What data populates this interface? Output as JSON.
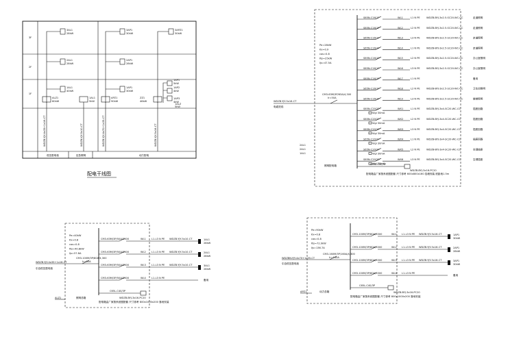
{
  "riser": {
    "title": "配电干线图",
    "floor_labels": [
      "3F",
      "2F",
      "1F"
    ],
    "bottom_labels": [
      "低压配电柜",
      "应急照明",
      "动力配电"
    ],
    "cells": {
      "c1_f3": [
        "3AL1",
        "28kW"
      ],
      "c1_f2": [
        "2AL1",
        "28kW"
      ],
      "c1_f1": [
        "1AL1",
        "40kW"
      ],
      "c1_main": [
        "ALZ1",
        "60kW"
      ],
      "c2_main": [
        "1AL1",
        "5kW"
      ],
      "c3_f3": [
        "3AP1",
        "30kW"
      ],
      "c3_f2": [
        "2AP1",
        "28kW"
      ],
      "c3_f1": [
        "1AP1",
        "30kW"
      ],
      "c3_main": [
        "APZ1",
        "90kW"
      ],
      "c4_f3": [
        "3APZ1",
        "30kW"
      ],
      "c4_f1a": [
        "1AP1",
        "5kW"
      ],
      "c4_f1b": [
        "1AP2",
        "4kW"
      ],
      "c4_f1c": [
        "1AP3",
        "4kW"
      ],
      "c4_main": [
        "ZZ1",
        "46kW"
      ],
      "c4_main2": [
        "1ALZ",
        "5kW"
      ]
    },
    "vertical_cables": [
      "WDZB-YJY-4x35+1x16-CT",
      "WDZN-YJY-5x10-CT",
      "WDZB-YJY-4x70+1x35-CT",
      "WDZB-YJY-5x16-CT"
    ]
  },
  "panel_big": {
    "params": [
      "Pe=28kW",
      "Kx=0.9",
      "cos=0.8",
      "Pjs=25kW",
      "Ijs=47.5A"
    ],
    "incoming": "WDZB-YJY-5x16-CT",
    "incoming_sub": "电缆进线",
    "main_breaker": "CM3-63M/3P/63A/4,300",
    "main_breaker_sub": "Ir=50A",
    "rows": [
      {
        "breaker": "S65N-C16/1P",
        "circuit": "WL1",
        "phase": "L1 N PE",
        "cable": "WDZB-BYJ-3x2.5-SC20-WC-CC",
        "load": "走道照明"
      },
      {
        "breaker": "S65N-C16/1P",
        "circuit": "WL2",
        "phase": "L2 N PE",
        "cable": "WDZB-BYJ-3x2.5-SC20-WC-CC",
        "load": "走道照明"
      },
      {
        "breaker": "S65N-C16/1P",
        "circuit": "WL3",
        "phase": "L3 N PE",
        "cable": "WDZB-BYJ-3x2.5-SC20-WC-CC",
        "load": "走道照明"
      },
      {
        "breaker": "S65N-C16/1P",
        "circuit": "WL4",
        "phase": "L1 N PE",
        "cable": "WDZB-BYJ-3x2.5-SC20-WC-CC",
        "load": "走道照明"
      },
      {
        "breaker": "S65N-C16/1P",
        "circuit": "WL5",
        "phase": "L2 N PE",
        "cable": "WDZB-BYJ-3x2.5-SC20-WC-CC",
        "load": "办公室照明"
      },
      {
        "breaker": "S65N-C16/1P",
        "circuit": "WL6",
        "phase": "L3 N PE",
        "cable": "WDZB-BYJ-3x2.5-SC20-WC-CC",
        "load": "办公室照明"
      },
      {
        "breaker": "S65N-C16/1P",
        "circuit": "WL7",
        "phase": "L1 N PE",
        "cable": "",
        "load": "备用"
      },
      {
        "breaker": "S65N-C16/1P",
        "circuit": "WL8",
        "phase": "L2 N PE",
        "cable": "WDZB-BYJ-3x2.5-SC20-WC-CC",
        "load": "卫生间照明"
      },
      {
        "breaker": "S65N-C16/1P",
        "circuit": "WL9",
        "phase": "L3 N PE",
        "cable": "WDZB-BYJ-3x2.5-SC20-WC-CC",
        "load": "楼梯照明"
      },
      {
        "breaker": "S65N-C20/2P",
        "circuit": "WX1",
        "phase": "L1 N PE",
        "cable": "WDZB-BYJ-3x4-SC20-WC-CC",
        "load": "插座回路"
      },
      {
        "breaker": "S65N-C20/2P",
        "circuit": "WX2",
        "phase": "L2 N PE",
        "cable": "WDZB-BYJ-3x4-SC20-WC-CC",
        "load": "插座回路"
      },
      {
        "breaker": "S65N-C20/2P",
        "circuit": "WX3",
        "phase": "L3 N PE",
        "cable": "WDZB-BYJ-3x4-SC20-WC-CC",
        "load": "插座回路"
      },
      {
        "breaker": "S65N-C20/2P",
        "circuit": "WX4",
        "phase": "L1 N PE",
        "cable": "WDZB-BYJ-3x4-SC20-WC-CC",
        "load": "插座回路"
      },
      {
        "breaker": "S65N-C20/2P",
        "circuit": "WX5",
        "phase": "L2 N PE",
        "cable": "WDZB-BYJ-3x4-SC20-WC-CC",
        "load": "空调插座"
      },
      {
        "breaker": "S65N-C20/2P",
        "circuit": "WX6",
        "phase": "L3 N PE",
        "cable": "WDZB-BYJ-3x4-SC20-WC-CC",
        "load": "空调插座"
      }
    ],
    "rcd_label": "Vigi 30mA",
    "spd": "C65L-C40/3P",
    "spd_cable": "WDZB-BYJ-3x16-PC20",
    "side_labels": [
      "2AL1",
      "2AL1",
      "1AL1"
    ],
    "box_label": "照明配电箱",
    "note": "配电箱由厂家按系统图配套 尺寸参考 600x800x160 挂墙安装 底距地1.5m"
  },
  "panel_bl": {
    "params": [
      "Pe=40kW",
      "Kx=0.8",
      "cos=0.8",
      "Pjs=40.8kW",
      "Ijs=57.8A"
    ],
    "incoming": "WDZB-YJY-4x35+1x16-CT",
    "incoming_sub": "引自低压配电柜",
    "main_breaker": "CM3-100M/3P/80A/4,300",
    "main_breaker_sub": "Ir=80A",
    "rows": [
      {
        "breaker": "CM3-63M/3P/50A/3300",
        "circuit": "WL1",
        "phase": "L1-L3 N PE",
        "cable": "WDZB-YJY-5x10-CT",
        "to": "1AL1",
        "load": "28kW"
      },
      {
        "breaker": "CM3-63M/3P/50A/3300",
        "circuit": "WL2",
        "phase": "L1-L3 N PE",
        "cable": "WDZB-YJY-5x10-CT",
        "to": "2AL1",
        "load": "28kW"
      },
      {
        "breaker": "CM3-63M/3P/50A/3300",
        "circuit": "WL3",
        "phase": "L1-L3 N PE",
        "cable": "WDZB-YJY-5x10-CT",
        "to": "3AL1",
        "load": "28kW"
      },
      {
        "breaker": "CM3-63M/3P/50A/3300",
        "circuit": "WL4",
        "phase": "L1-L3 N PE",
        "cable": "",
        "to": "",
        "load": "备用"
      }
    ],
    "spd": "C65L-C40/3P",
    "spd_cable": "WDZB-BYJ-3x16-PC20",
    "box_name": "ALZ1",
    "box_label": "照明总箱",
    "note": "配电箱由厂家按系统图配套 尺寸参考 800x1000x200 落地安装"
  },
  "panel_br": {
    "params": [
      "Pe=90kW",
      "Kx=0.8",
      "cos=0.8",
      "Pjs=72.0kW",
      "Ijs=136.7A"
    ],
    "incoming": "WDZBN-YJY-4x70+1x35-CT",
    "incoming_sub": "引自低压配电柜",
    "main_breaker": "CM3-160M/3P/160A/4,300",
    "main_breaker_sub": "Ir=160A",
    "rows": [
      {
        "breaker": "CM3-100M/3P/80A/3300",
        "circuit": "WL1",
        "phase": "L1-L3 N PE",
        "cable": "WDZB-YJY-5x16-CT",
        "to": "1AP1",
        "load": "30kW"
      },
      {
        "breaker": "CM3-100M/3P/80A/3300",
        "circuit": "WL2",
        "phase": "L1-L3 N PE",
        "cable": "WDZB-YJY-5x16-CT",
        "to": "2AP1",
        "load": "28kW"
      },
      {
        "breaker": "CM3-100M/3P/80A/3300",
        "circuit": "WL3",
        "phase": "L1-L3 N PE",
        "cable": "WDZB-YJY-5x16-CT",
        "to": "3AP1",
        "load": "30kW"
      },
      {
        "breaker": "CM3-100M/3P/80A/3300",
        "circuit": "WL4",
        "phase": "L1-L3 N PE",
        "cable": "",
        "to": "",
        "load": "备用"
      }
    ],
    "spd": "C65L-C40/3P",
    "spd_cable": "WDZB-BYJ-3x16-PC20",
    "box_name": "APZ1",
    "box_label": "动力总箱",
    "note": "配电箱由厂家按系统图配套 尺寸参考 800x1000x200 落地安装"
  }
}
